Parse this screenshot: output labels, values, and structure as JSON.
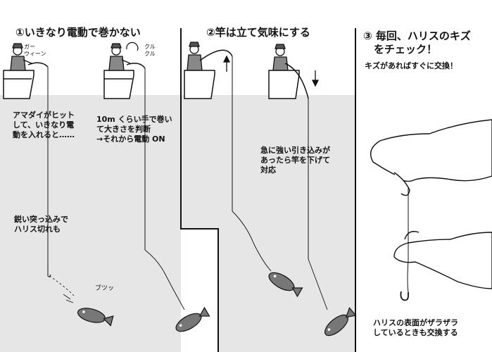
{
  "colors": {
    "water": "#e6e6e6",
    "ink": "#111111",
    "sky": "#ffffff"
  },
  "panel1": {
    "title": "①いきなり電動で巻かない",
    "sfx_motor": "ガー\nウィーン",
    "sfx_reel": "クル\nクル",
    "note_left": "アマダイがヒット\nして、いきなり電\n動を入れると……",
    "note_right": "10m くらい手で巻い\nて大きさを判断\n→それから電動 ON",
    "note_break": "鋭い突っ込みで\nハリス切れも",
    "sfx_snap": "ブツッ"
  },
  "panel2": {
    "title": "②竿は立て気味にする",
    "note": "急に強い引き込みが\nあったら竿を下げて\n対応"
  },
  "panel3": {
    "title": "③ 毎回、ハリスのキズ\n　をチェック！",
    "subtitle": "キズがあればすぐに交換！",
    "note": "ハリスの表面がザラザラ\nしているときも交換する"
  },
  "icons": [
    "angler-icon",
    "boat-icon",
    "fish-icon",
    "hook-icon",
    "hands-icon",
    "arrow-up-icon",
    "arrow-down-icon",
    "rotate-arrow-icon"
  ]
}
